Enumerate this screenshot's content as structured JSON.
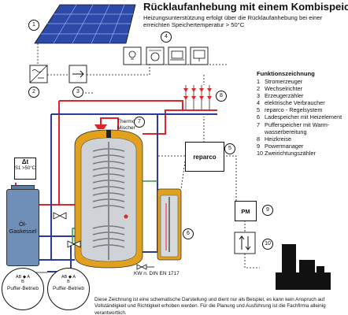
{
  "title": "Rücklaufanhebung mit einem Kombispeicher",
  "subtitle": "Heizungsunterstützung erfolgt über die Rücklaufanhebung bei einer erreichten Speichertemperatur > 50°C",
  "legend": {
    "heading": "Funktionszeichnung",
    "items": [
      {
        "n": "1",
        "text": "Stromerzeuger"
      },
      {
        "n": "2",
        "text": "Wechselrichter"
      },
      {
        "n": "3",
        "text": "Erzeugerzähler"
      },
      {
        "n": "4",
        "text": "elektrische Verbraucher"
      },
      {
        "n": "5",
        "text": "reparco - Regelsystem"
      },
      {
        "n": "6",
        "text": "Ladespeicher mit Heizelement"
      },
      {
        "n": "7",
        "text": "Pufferspeicher mit Warm-"
      },
      {
        "n": "",
        "text": "wasserbereitung"
      },
      {
        "n": "8",
        "text": "Heizkreise"
      },
      {
        "n": "9",
        "text": "Powermanager"
      },
      {
        "n": "10",
        "text": "Zweirichtungszähler"
      }
    ]
  },
  "labels": {
    "reparco": "reparco",
    "pm": "PM",
    "thermo_1": "Thermo",
    "thermo_2": "Mischer",
    "kw": "KW n. DIN EN 1717",
    "dt_symbol": "Δt",
    "dt_value": "S1 >50°C",
    "boiler_1": "Öl-",
    "boiler_2": "Gaskessel",
    "mode_1": "Puffer-Betrieb",
    "mode_2": "Puffer-Betrieb",
    "ab_1": "AB",
    "b_1": "B",
    "a_1": "A",
    "ab_2": "AB",
    "b_2": "B",
    "a_2": "A"
  },
  "markers": [
    "1",
    "2",
    "3",
    "4",
    "5",
    "6",
    "7",
    "8",
    "9",
    "10"
  ],
  "footer": "Diese Zeichnung ist eine schematische Darstellung und dient nur als Beispiel, es kann kein Anspruch auf Vollständigkeit und Richtigkeit erhoben werden. Für die Planung und Ausführung ist die Fachfirma alleinig verantwortlich.",
  "colors": {
    "hot": "#e0242a",
    "return": "#2a3a9a",
    "green": "#2e9a3a",
    "tank_insulation": "#e2a11d",
    "boiler": "#6f8fb8",
    "solar": "#3b57c4"
  }
}
